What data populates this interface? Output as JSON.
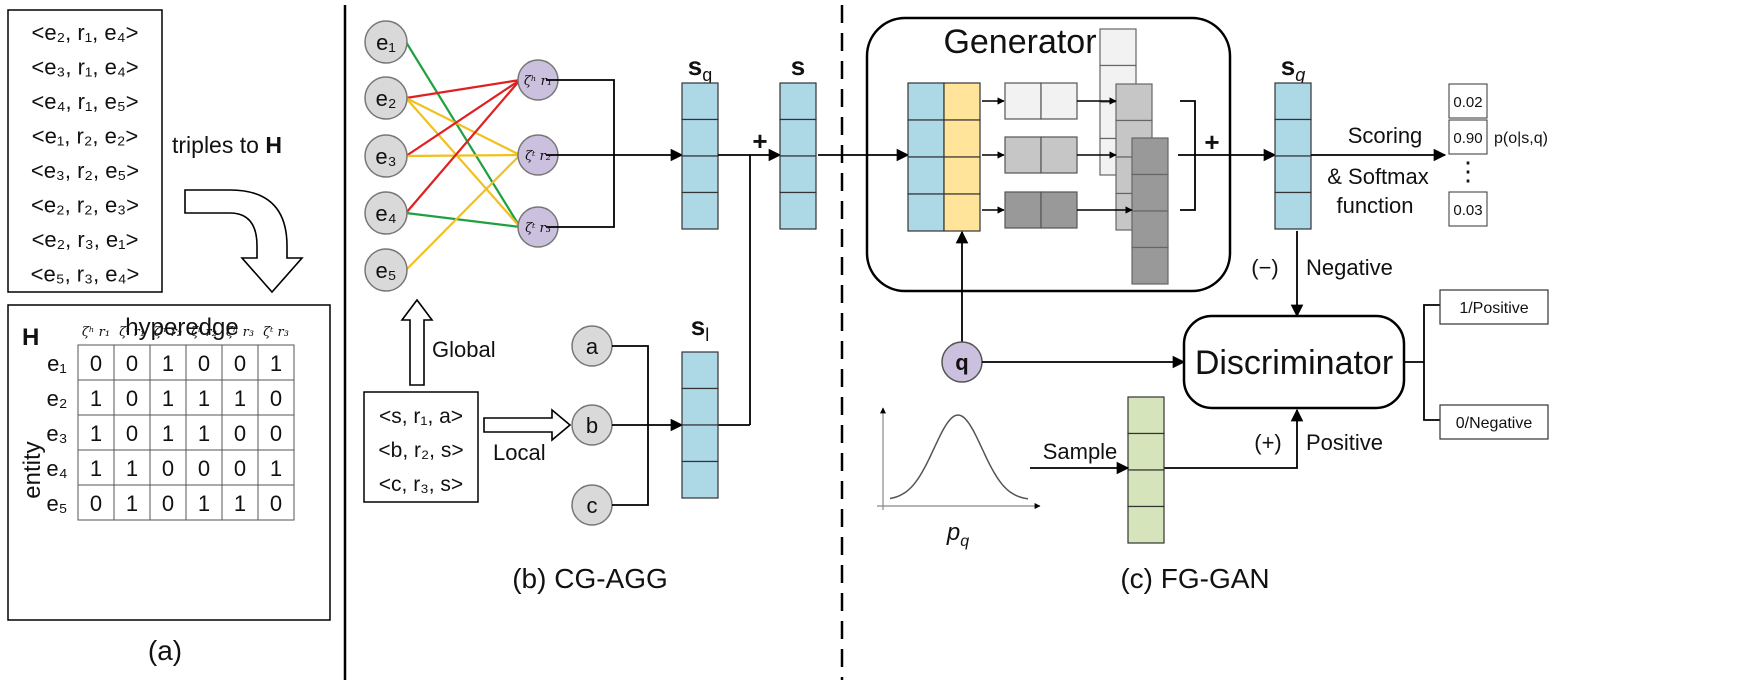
{
  "panel_a": {
    "triples": [
      "<e₂, r₁, e₄>",
      "<e₃, r₁, e₄>",
      "<e₄, r₁, e₅>",
      "<e₁, r₂, e₂>",
      "<e₃, r₂, e₅>",
      "<e₂, r₂, e₃>",
      "<e₂, r₃, e₁>",
      "<e₅, r₃, e₄>"
    ],
    "arrow_label": "triples to",
    "arrow_label_bold": "H",
    "matrix_title": "H",
    "column_group_label": "hyperedge",
    "row_group_label": "entity",
    "columns": [
      "ζʰ r₁",
      "ζᵗ r₁",
      "ζʰ r₂",
      "ζᵗ r₂",
      "ζʰ r₃",
      "ζᵗ r₃"
    ],
    "rows": [
      {
        "label": "e₁",
        "values": [
          0,
          0,
          1,
          0,
          0,
          1
        ]
      },
      {
        "label": "e₂",
        "values": [
          1,
          0,
          1,
          1,
          1,
          0
        ]
      },
      {
        "label": "e₃",
        "values": [
          1,
          0,
          1,
          1,
          0,
          0
        ]
      },
      {
        "label": "e₄",
        "values": [
          1,
          1,
          0,
          0,
          0,
          1
        ]
      },
      {
        "label": "e₅",
        "values": [
          0,
          1,
          0,
          1,
          1,
          0
        ]
      }
    ],
    "caption": "(a)"
  },
  "panel_b": {
    "entities": [
      "e₁",
      "e₂",
      "e₃",
      "e₄",
      "e₅"
    ],
    "hyperedges": [
      "ζʰ r₁",
      "ζᵗ r₂",
      "ζᵗ r₃"
    ],
    "edge_colors": {
      "r1": "#e02020",
      "r2": "#f0c020",
      "r3": "#20a040"
    },
    "global_label": "Global",
    "local_label": "Local",
    "local_triples": [
      "<s, r₁, a>",
      "<b, r₂, s>",
      "<c, r₃, s>"
    ],
    "local_nodes": [
      "a",
      "b",
      "c"
    ],
    "sg_label": "s",
    "sg_sub": "g",
    "sl_label": "s",
    "sl_sub": "l",
    "s_label": "s",
    "plus": "+",
    "caption": "(b) CG-AGG"
  },
  "panel_c": {
    "generator_label": "Generator",
    "sq_label": "s",
    "sq_sub": "q",
    "plus": "+",
    "scoring_label": "Scoring",
    "softmax_label": "& Softmax",
    "function_label": "function",
    "probabilities": [
      "0.02",
      "0.90",
      "⋮",
      "0.03"
    ],
    "prob_label": "p(o|s,q)",
    "neg_sign": "(−)",
    "negative_label": "Negative",
    "pos_sign": "(+)",
    "positive_label": "Positive",
    "discriminator_label": "Discriminator",
    "outputs": [
      "1/Positive",
      "0/Negative"
    ],
    "q_label": "q",
    "sample_label": "Sample",
    "dist_label": "p",
    "dist_sub": "q",
    "caption": "(c) FG-GAN"
  },
  "colors": {
    "vector_blue": "#add8e6",
    "vector_yellow": "#ffe49a",
    "vector_green": "#d6e4bc",
    "node_gray": "#d9d9d9",
    "node_purple": "#cbc0de"
  }
}
